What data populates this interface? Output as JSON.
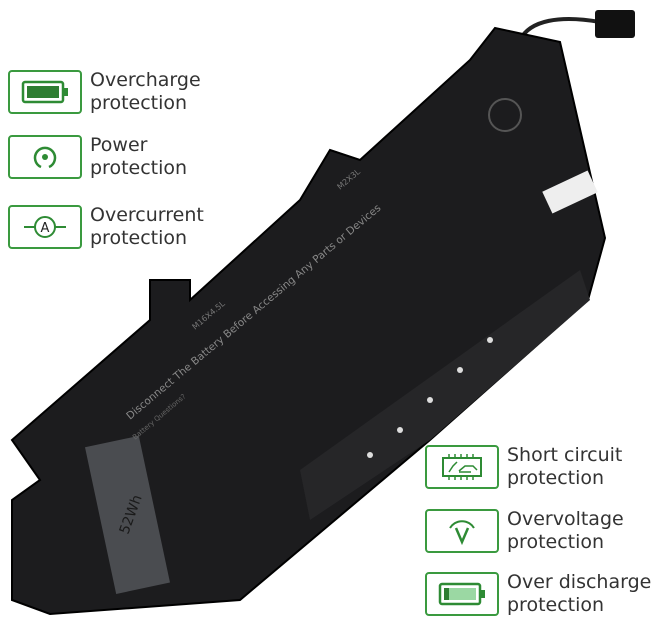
{
  "features_left": [
    {
      "line1": "Overcharge",
      "line2": "protection",
      "icon": "battery-full-icon"
    },
    {
      "line1": "Power",
      "line2": "protection",
      "icon": "power-icon"
    },
    {
      "line1": "Overcurrent",
      "line2": "protection",
      "icon": "ammeter-icon"
    }
  ],
  "features_right": [
    {
      "line1": "Short circuit",
      "line2": "protection",
      "icon": "circuit-board-icon"
    },
    {
      "line1": "Overvoltage",
      "line2": "protection",
      "icon": "voltmeter-icon"
    },
    {
      "line1": "Over discharge",
      "line2": "protection",
      "icon": "battery-low-icon"
    }
  ],
  "battery": {
    "warning": "Disconnect The Battery Before Accessing Any Parts or Devices",
    "capacity": "52Wh",
    "screw_large": "M16X4.5L",
    "screw_small": "M2X3L",
    "questions": "Battery Questions?"
  },
  "colors": {
    "accent": "#3a9a3f",
    "battery_body": "#1c1c1e"
  }
}
